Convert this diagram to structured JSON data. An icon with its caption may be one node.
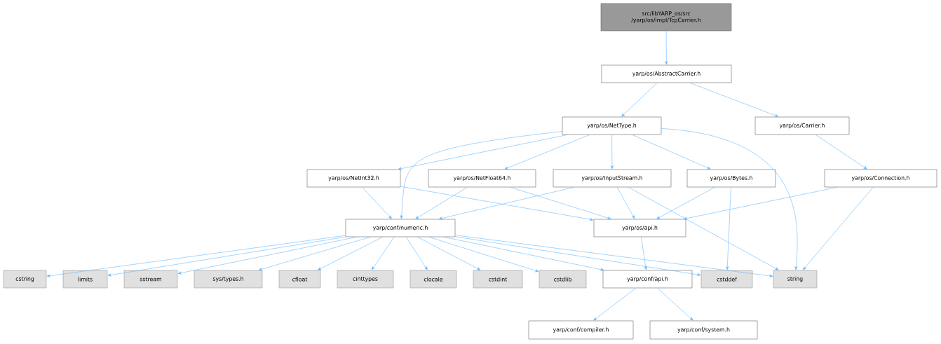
{
  "diagram": {
    "nodes": [
      {
        "text": [
          "src/libYARP_os/src /yarp/os/impl/TcpCarrier.h"
        ]
      },
      {
        "text": [
          "yarp/os/AbstractCarrier.h"
        ]
      },
      {
        "text": [
          "yarp/os/NetType.h"
        ]
      },
      {
        "text": [
          "yarp/os/Carrier.h"
        ]
      },
      {
        "text": [
          "yarp/os/NetInt32.h"
        ]
      },
      {
        "text": [
          "yarp/os/NetFloat64.h"
        ]
      },
      {
        "text": [
          "yarp/os/InputStream.h"
        ]
      },
      {
        "text": [
          "yarp/os/Bytes.h"
        ]
      },
      {
        "text": [
          "yarp/os/Connection.h"
        ]
      },
      {
        "text": [
          "yarp/conf/numeric.h"
        ]
      },
      {
        "text": [
          "yarp/os/api.h"
        ]
      },
      {
        "text": [
          "cstring"
        ]
      },
      {
        "text": [
          "limits"
        ]
      },
      {
        "text": [
          "sstream"
        ]
      },
      {
        "text": [
          "sys/types.h"
        ]
      },
      {
        "text": [
          "cfloat"
        ]
      },
      {
        "text": [
          "cinttypes"
        ]
      },
      {
        "text": [
          "clocale"
        ]
      },
      {
        "text": [
          "cstdint"
        ]
      },
      {
        "text": [
          "cstdlib"
        ]
      },
      {
        "text": [
          "yarp/conf/api.h"
        ]
      },
      {
        "text": [
          "cstddef"
        ]
      },
      {
        "text": [
          "string"
        ]
      },
      {
        "text": [
          "yarp/conf/compiler.h"
        ]
      },
      {
        "text": [
          "yarp/conf/system.h"
        ]
      }
    ],
    "edges": [
      {
        "from": 0,
        "to": 1,
        "arrow": "to"
      },
      {
        "from": 1,
        "to": 2,
        "arrow": "to"
      },
      {
        "from": 1,
        "to": 3,
        "arrow": "to"
      },
      {
        "from": 2,
        "to": 9,
        "arrow": "to"
      },
      {
        "from": 2,
        "to": 4,
        "arrow": "to"
      },
      {
        "from": 2,
        "to": 5,
        "arrow": "to"
      },
      {
        "from": 2,
        "to": 6,
        "arrow": "to"
      },
      {
        "from": 2,
        "to": 7,
        "arrow": "to"
      },
      {
        "from": 2,
        "to": 22,
        "arrow": "to"
      },
      {
        "from": 3,
        "to": 8,
        "arrow": "to"
      },
      {
        "from": 4,
        "to": 9,
        "arrow": "to"
      },
      {
        "from": 4,
        "to": 10,
        "arrow": "to"
      },
      {
        "from": 5,
        "to": 9,
        "arrow": "to"
      },
      {
        "from": 5,
        "to": 10,
        "arrow": "to"
      },
      {
        "from": 6,
        "to": 9,
        "arrow": "to"
      },
      {
        "from": 6,
        "to": 10,
        "arrow": "to"
      },
      {
        "from": 6,
        "to": 22,
        "arrow": "to"
      },
      {
        "from": 7,
        "to": 10,
        "arrow": "to"
      },
      {
        "from": 7,
        "to": 21,
        "arrow": "to"
      },
      {
        "from": 8,
        "to": 10,
        "arrow": "to"
      },
      {
        "from": 8,
        "to": 22,
        "arrow": "to"
      },
      {
        "from": 9,
        "to": 11,
        "arrow": "to"
      },
      {
        "from": 9,
        "to": 12,
        "arrow": "to"
      },
      {
        "from": 9,
        "to": 13,
        "arrow": "to"
      },
      {
        "from": 9,
        "to": 14,
        "arrow": "to"
      },
      {
        "from": 9,
        "to": 15,
        "arrow": "to"
      },
      {
        "from": 9,
        "to": 16,
        "arrow": "to"
      },
      {
        "from": 9,
        "to": 17,
        "arrow": "to"
      },
      {
        "from": 9,
        "to": 18,
        "arrow": "to"
      },
      {
        "from": 9,
        "to": 19,
        "arrow": "to"
      },
      {
        "from": 9,
        "to": 20,
        "arrow": "to"
      },
      {
        "from": 9,
        "to": 21,
        "arrow": "to"
      },
      {
        "from": 9,
        "to": 22,
        "arrow": "to"
      },
      {
        "from": 10,
        "to": 20,
        "arrow": "to"
      },
      {
        "from": 20,
        "to": 23,
        "arrow": "to"
      },
      {
        "from": 20,
        "to": 24,
        "arrow": "to"
      }
    ]
  }
}
